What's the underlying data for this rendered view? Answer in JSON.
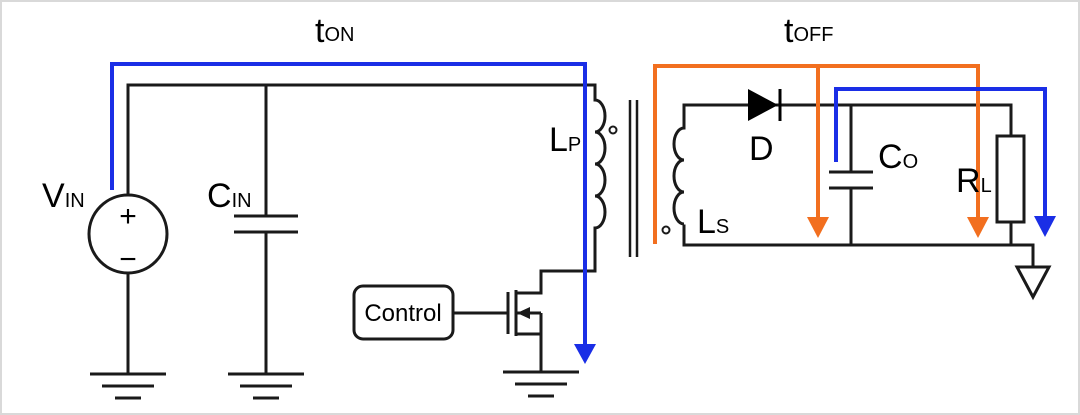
{
  "phases": {
    "on": {
      "main": "t",
      "sub": "ON"
    },
    "off": {
      "main": "t",
      "sub": "OFF"
    }
  },
  "components": {
    "vin": {
      "main": "V",
      "sub": "IN",
      "plus": "+",
      "minus": "−"
    },
    "cin": {
      "main": "C",
      "sub": "IN"
    },
    "lp": {
      "main": "L",
      "sub": "P"
    },
    "ls": {
      "main": "L",
      "sub": "S"
    },
    "diode": {
      "label": "D"
    },
    "co": {
      "main": "C",
      "sub": "O"
    },
    "rl": {
      "main": "R",
      "sub": "L"
    },
    "control": {
      "label": "Control"
    }
  },
  "colors": {
    "wire": "#1a1a1a",
    "on_path": "#1a2ee6",
    "off_path": "#f26f1f",
    "load_path": "#1a2ee6"
  }
}
